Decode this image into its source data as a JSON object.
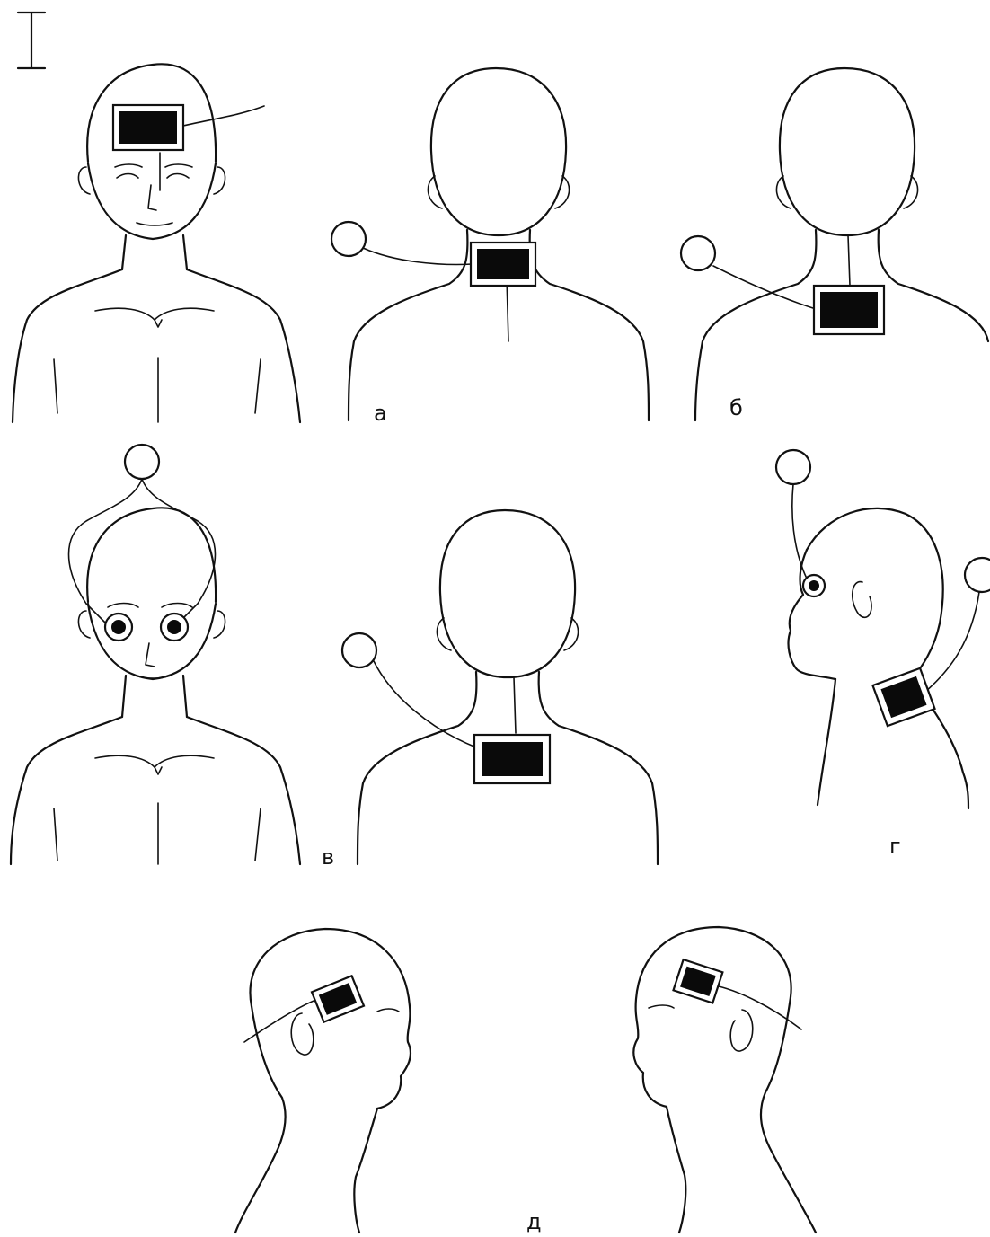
{
  "cursor_icon": "text-cursor-icon",
  "labels": {
    "a": "а",
    "b": "б",
    "v": "в",
    "g": "г",
    "d": "д"
  }
}
